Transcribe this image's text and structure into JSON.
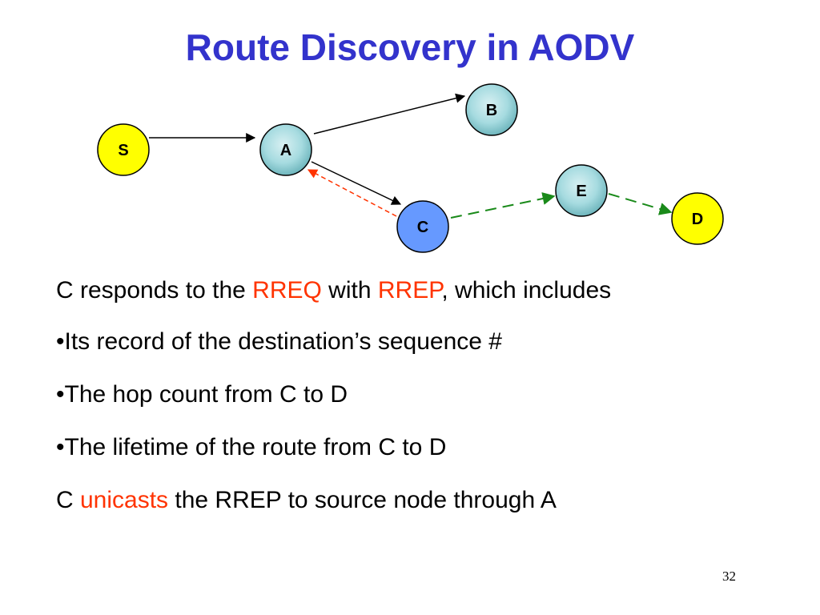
{
  "slide": {
    "title": "Route Discovery in AODV",
    "page_number": "32"
  },
  "colors": {
    "title": "#3333cc",
    "highlight": "#ff3300",
    "source_node": "#ffff00",
    "destination_node": "#ffff00",
    "responder_node": "#6699ff",
    "intermediate_node": "#a6dbe0",
    "rreq_edge": "#000000",
    "rrep_edge": "#ff3300",
    "known_route_edge": "#1a8a1a"
  },
  "diagram": {
    "nodes": {
      "S": "S",
      "A": "A",
      "B": "B",
      "C": "C",
      "E": "E",
      "D": "D"
    },
    "edges": [
      {
        "from": "S",
        "to": "A",
        "style": "solid",
        "kind": "rreq"
      },
      {
        "from": "A",
        "to": "B",
        "style": "solid",
        "kind": "rreq"
      },
      {
        "from": "A",
        "to": "C",
        "style": "solid",
        "kind": "rreq"
      },
      {
        "from": "C",
        "to": "A",
        "style": "dashed",
        "kind": "rrep"
      },
      {
        "from": "C",
        "to": "E",
        "style": "dashed",
        "kind": "route"
      },
      {
        "from": "E",
        "to": "D",
        "style": "dashed",
        "kind": "route"
      }
    ]
  },
  "body": {
    "line1": {
      "part1": "C responds to the ",
      "rreq": "RREQ",
      "part2": " with ",
      "rrep": "RREP",
      "part3": ", which includes"
    },
    "bullet1": "•Its record of the destination’s sequence #",
    "bullet2": "•The hop count from C to D",
    "bullet3": "•The lifetime of the route from C to D",
    "line_last": {
      "part1": "C ",
      "unicasts": "unicasts",
      "part2": " the RREP to source node through A"
    }
  }
}
